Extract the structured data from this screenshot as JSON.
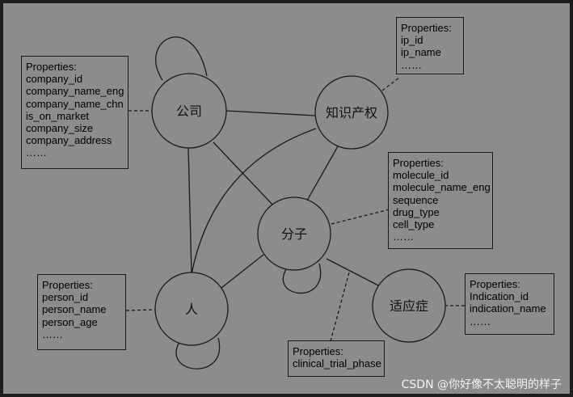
{
  "nodes": {
    "company": "公司",
    "ip": "知识产权",
    "molecule": "分子",
    "person": "人",
    "indication": "适应症"
  },
  "boxes": {
    "company": {
      "header": "Properties:",
      "fields": [
        "company_id",
        "company_name_eng",
        "company_name_chn",
        "is_on_market",
        "company_size",
        "company_address",
        "……"
      ]
    },
    "ip": {
      "header": "Properties:",
      "fields": [
        "ip_id",
        "ip_name",
        "……"
      ]
    },
    "molecule": {
      "header": "Properties:",
      "fields": [
        "molecule_id",
        "molecule_name_eng",
        "sequence",
        "drug_type",
        "cell_type",
        "……"
      ]
    },
    "person": {
      "header": "Properties:",
      "fields": [
        "person_id",
        "person_name",
        "person_age",
        "……"
      ]
    },
    "indication": {
      "header": "Properties:",
      "fields": [
        "Indication_id",
        "indication_name",
        "……"
      ]
    },
    "relation": {
      "header": "Properties:",
      "fields": [
        "clinical_trial_phase"
      ]
    }
  },
  "watermark": "CSDN @你好像不太聪明的样子"
}
